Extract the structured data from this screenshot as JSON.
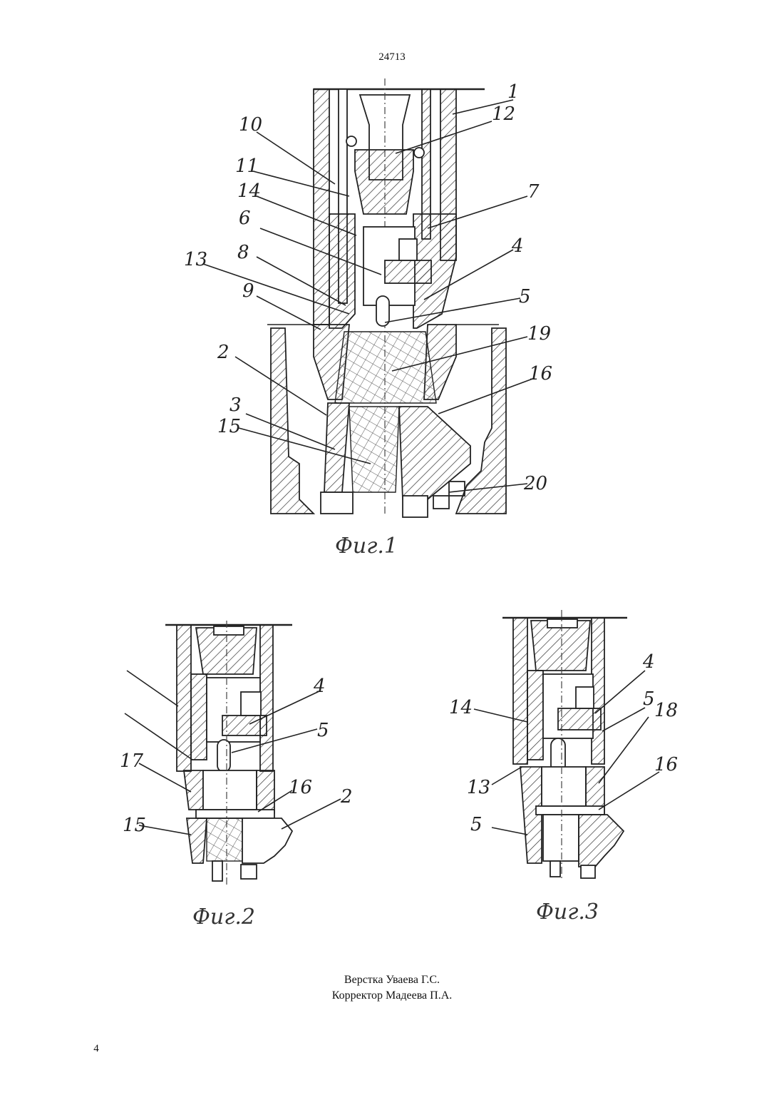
{
  "header": {
    "doc_number": "24713"
  },
  "footer": {
    "layout_credit": "Верстка Уваева Г.С.",
    "corrector_credit": "Корректор Мадеева П.А.",
    "page_number": "4"
  },
  "figures": [
    {
      "caption": "Фиг.1",
      "labels": [
        "1",
        "12",
        "10",
        "11",
        "14",
        "6",
        "7",
        "4",
        "13",
        "8",
        "9",
        "5",
        "19",
        "2",
        "16",
        "3",
        "15",
        "20"
      ]
    },
    {
      "caption": "Фиг.2",
      "labels": [
        "4",
        "5",
        "17",
        "16",
        "2",
        "15"
      ]
    },
    {
      "caption": "Фиг.3",
      "labels": [
        "4",
        "14",
        "5",
        "18",
        "16",
        "13",
        "5"
      ]
    }
  ]
}
